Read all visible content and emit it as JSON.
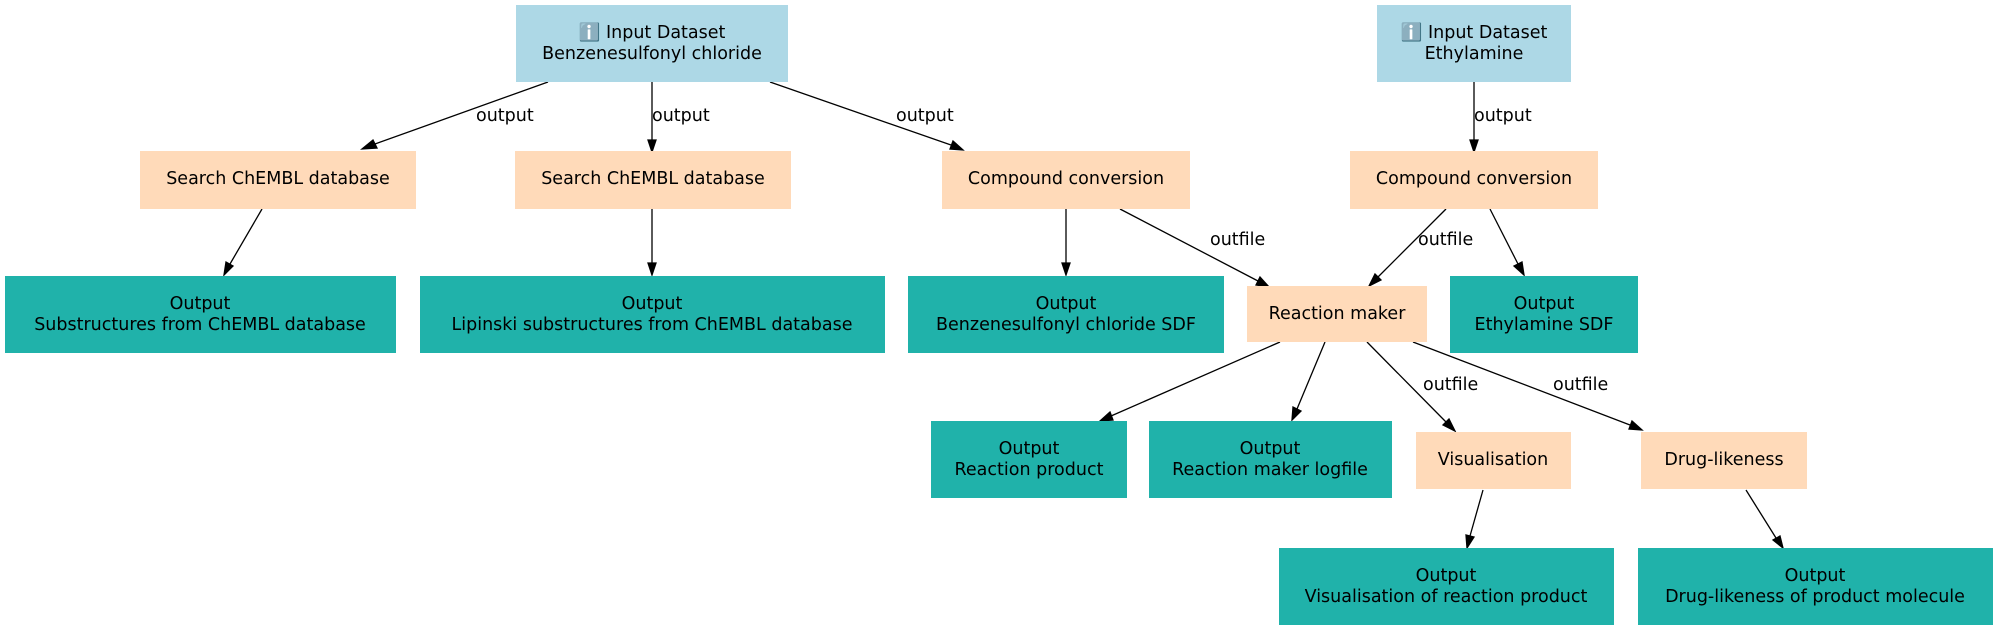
{
  "colors": {
    "input": "#add8e6",
    "tool": "#ffdab9",
    "output": "#20b2aa",
    "edge": "#000000"
  },
  "nodes": {
    "input_benzene": {
      "icon": "info-icon",
      "line1": "ℹ️ Input Dataset",
      "line2": "Benzenesulfonyl chloride"
    },
    "input_ethyl": {
      "icon": "info-icon",
      "line1": "ℹ️ Input Dataset",
      "line2": "Ethylamine"
    },
    "search1": {
      "line1": "Search ChEMBL database"
    },
    "search2": {
      "line1": "Search ChEMBL database"
    },
    "conv1": {
      "line1": "Compound conversion"
    },
    "conv2": {
      "line1": "Compound conversion"
    },
    "out_sub": {
      "line1": "Output",
      "line2": "Substructures from ChEMBL database"
    },
    "out_lip": {
      "line1": "Output",
      "line2": "Lipinski substructures from ChEMBL database"
    },
    "out_bsdf": {
      "line1": "Output",
      "line2": "Benzenesulfonyl chloride SDF"
    },
    "reaction": {
      "line1": "Reaction maker"
    },
    "out_esdf": {
      "line1": "Output",
      "line2": "Ethylamine SDF"
    },
    "out_rp": {
      "line1": "Output",
      "line2": "Reaction product"
    },
    "out_rl": {
      "line1": "Output",
      "line2": "Reaction maker logfile"
    },
    "visual": {
      "line1": "Visualisation"
    },
    "drug": {
      "line1": "Drug-likeness"
    },
    "out_vis": {
      "line1": "Output",
      "line2": "Visualisation of reaction product"
    },
    "out_drug": {
      "line1": "Output",
      "line2": "Drug-likeness of product molecule"
    }
  },
  "edges": {
    "e1": {
      "label": "output"
    },
    "e2": {
      "label": "output"
    },
    "e3": {
      "label": "output"
    },
    "e4": {
      "label": "output"
    },
    "e5": {
      "label": ""
    },
    "e6": {
      "label": ""
    },
    "e7": {
      "label": ""
    },
    "e8": {
      "label": "outfile"
    },
    "e9": {
      "label": "outfile"
    },
    "e10": {
      "label": ""
    },
    "e11": {
      "label": ""
    },
    "e12": {
      "label": ""
    },
    "e13": {
      "label": "outfile"
    },
    "e14": {
      "label": "outfile"
    },
    "e15": {
      "label": ""
    },
    "e16": {
      "label": ""
    }
  }
}
